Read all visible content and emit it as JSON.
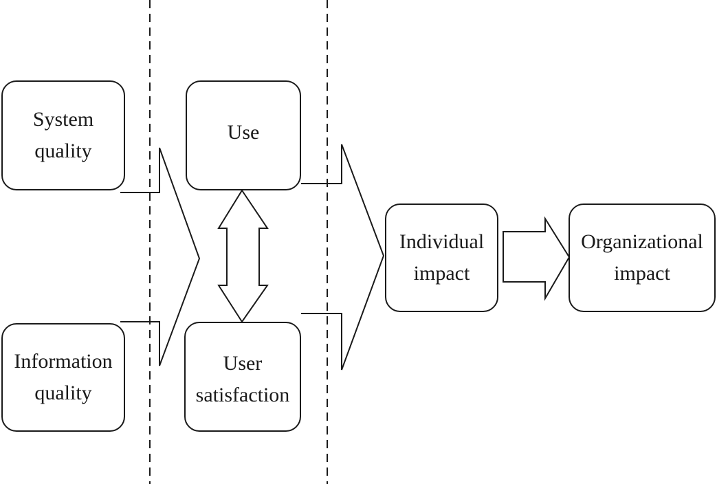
{
  "diagram": {
    "nodes": {
      "system_quality": {
        "line1": "System",
        "line2": "quality"
      },
      "information_quality": {
        "line1": "Information",
        "line2": "quality"
      },
      "use": {
        "line1": "Use"
      },
      "user_satisfaction": {
        "line1": "User",
        "line2": "satisfaction"
      },
      "individual_impact": {
        "line1": "Individual",
        "line2": "impact"
      },
      "organizational_impact": {
        "line1": "Organizational",
        "line2": "impact"
      }
    },
    "edges": [
      {
        "from": "system_quality",
        "to": "use",
        "type": "merge-arrow"
      },
      {
        "from": "information_quality",
        "to": "use",
        "type": "merge-arrow"
      },
      {
        "from": "use",
        "to": "user_satisfaction",
        "type": "bidirectional"
      },
      {
        "from": "use",
        "to": "individual_impact",
        "type": "merge-arrow"
      },
      {
        "from": "user_satisfaction",
        "to": "individual_impact",
        "type": "merge-arrow"
      },
      {
        "from": "individual_impact",
        "to": "organizational_impact",
        "type": "arrow"
      }
    ],
    "colors": {
      "stroke": "#1a1a1a",
      "fill": "#ffffff"
    }
  }
}
